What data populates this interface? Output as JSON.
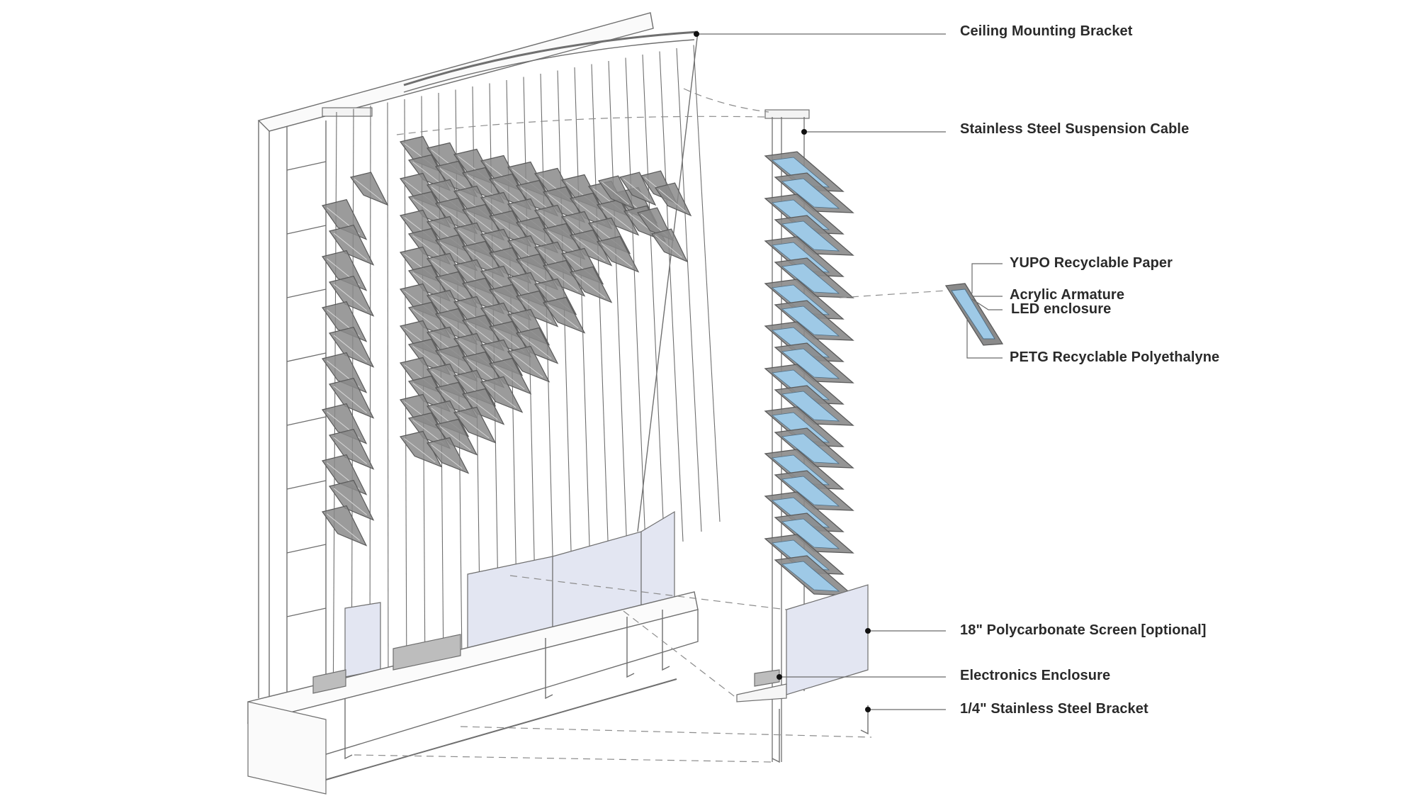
{
  "labels": {
    "ceiling_bracket": "Ceiling Mounting Bracket",
    "suspension_cable": "Stainless Steel Suspension Cable",
    "yupo_paper": "YUPO Recyclable Paper",
    "acrylic_armature": "Acrylic Armature",
    "led_enclosure": "LED enclosure",
    "petg": "PETG Recyclable Polyethalyne",
    "polycarbonate_screen": "18\" Polycarbonate Screen [optional]",
    "electronics_enclosure": "Electronics Enclosure",
    "steel_bracket": "1/4\" Stainless Steel Bracket"
  },
  "colors": {
    "line": "#6f6f6f",
    "panel_fill": "#8a8a8a",
    "panel_dark": "#5a5a5a",
    "screen_fill": "#e3e6f2",
    "led_blue": "#9ec9e6",
    "box_fill": "#bdbdbd"
  }
}
